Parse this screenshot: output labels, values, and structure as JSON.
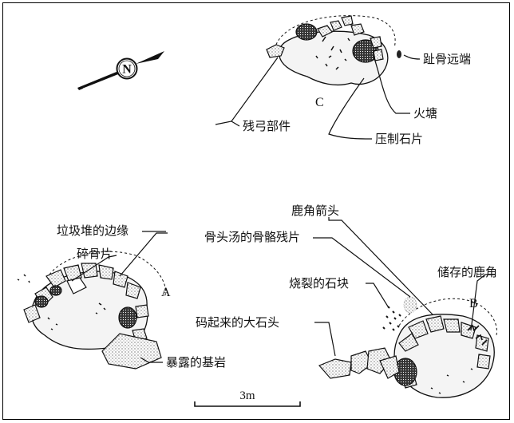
{
  "sites": {
    "a": "A",
    "b": "B",
    "c": "C"
  },
  "compass": {
    "letter": "N"
  },
  "labels": {
    "toe_bone_end": "趾骨远端",
    "hearth": "火塘",
    "bow_part": "残弓部件",
    "pressed_flake": "压制石片",
    "midden_edge": "垃圾堆的边缘",
    "bone_fragments": "碎骨片",
    "exposed_bedrock": "暴露的基岩",
    "antler_arrowhead": "鹿角箭头",
    "broth_bone_fragments": "骨头汤的骨骼残片",
    "burnt_stones": "烧裂的石块",
    "stored_antlers": "储存的鹿角",
    "stacked_boulders": "码起来的大石头"
  },
  "scale_bar": {
    "label": "3m"
  }
}
